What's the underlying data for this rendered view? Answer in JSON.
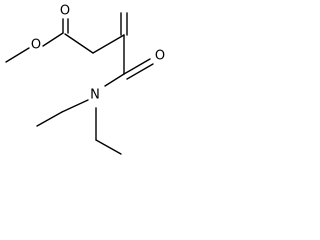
{
  "molecule": {
    "atoms": {
      "ester_carbonyl_oxygen": "O",
      "ester_ether_oxygen": "O",
      "amide_oxygen": "O",
      "amide_nitrogen": "N"
    },
    "colors": {
      "bond": "#000000",
      "label": "#000000",
      "background": "#ffffff"
    }
  }
}
